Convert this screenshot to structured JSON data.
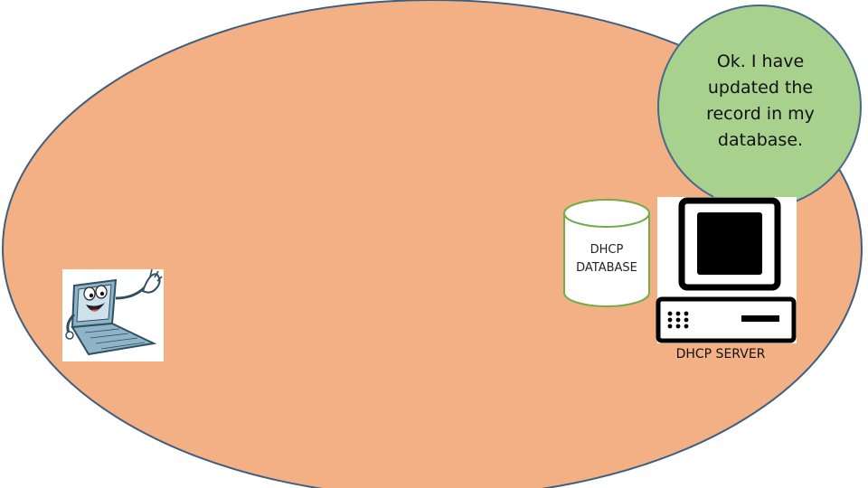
{
  "bubble": {
    "lines": [
      "Ok. I have",
      "updated the",
      "record in my",
      "database."
    ]
  },
  "database": {
    "lines": [
      "DHCP",
      "DATABASE"
    ]
  },
  "server": {
    "label": "DHCP SERVER"
  },
  "colors": {
    "network_fill": "#f2b084",
    "network_stroke": "#3e5f80",
    "bubble_fill": "#a9d18e",
    "bubble_stroke": "#47698a",
    "db_stroke": "#70ad47",
    "laptop_body": "#8fb4c8"
  },
  "icons": {
    "client": "laptop-mascot-icon",
    "server": "desktop-computer-icon",
    "database": "database-cylinder-icon"
  }
}
